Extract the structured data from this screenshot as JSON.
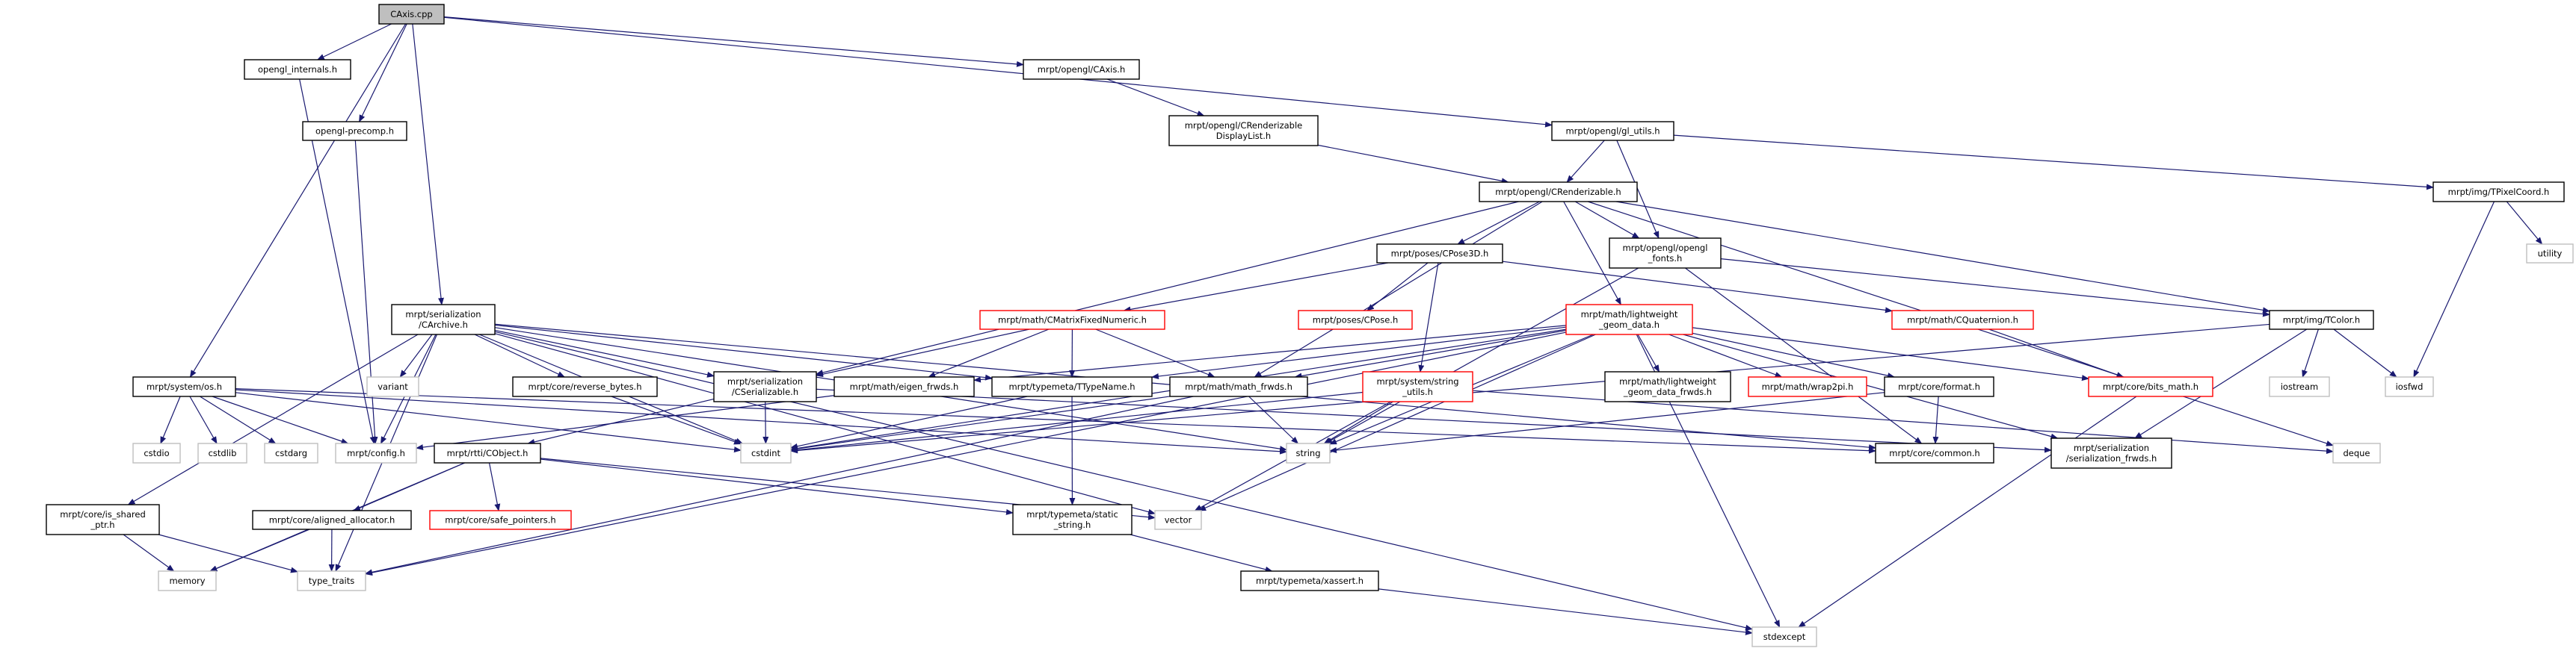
{
  "title": "CAxis.cpp",
  "colors": {
    "edge": "#191970",
    "root_fill": "#bfbfbf",
    "missing_doc_border": "#ff0000",
    "system_header_border": "#bfbfbf"
  },
  "nodes": [
    {
      "id": "caxis_cpp",
      "lines": [
        "CAxis.cpp"
      ],
      "kind": "root"
    },
    {
      "id": "opengl_internals",
      "lines": [
        "opengl_internals.h"
      ],
      "kind": "normal"
    },
    {
      "id": "opengl_precomp",
      "lines": [
        "opengl-precomp.h"
      ],
      "kind": "normal"
    },
    {
      "id": "caxis_h",
      "lines": [
        "mrpt/opengl/CAxis.h"
      ],
      "kind": "normal"
    },
    {
      "id": "displaylist",
      "lines": [
        "mrpt/opengl/CRenderizable",
        "DisplayList.h"
      ],
      "kind": "normal"
    },
    {
      "id": "gl_utils",
      "lines": [
        "mrpt/opengl/gl_utils.h"
      ],
      "kind": "normal"
    },
    {
      "id": "tpixelcoord",
      "lines": [
        "mrpt/img/TPixelCoord.h"
      ],
      "kind": "normal"
    },
    {
      "id": "utility",
      "lines": [
        "utility"
      ],
      "kind": "gray"
    },
    {
      "id": "crenderizable",
      "lines": [
        "mrpt/opengl/CRenderizable.h"
      ],
      "kind": "normal"
    },
    {
      "id": "cpose3d",
      "lines": [
        "mrpt/poses/CPose3D.h"
      ],
      "kind": "normal"
    },
    {
      "id": "opengl_fonts",
      "lines": [
        "mrpt/opengl/opengl",
        "_fonts.h"
      ],
      "kind": "normal"
    },
    {
      "id": "cmatrixfixed",
      "lines": [
        "mrpt/math/CMatrixFixedNumeric.h"
      ],
      "kind": "red"
    },
    {
      "id": "cpose",
      "lines": [
        "mrpt/poses/CPose.h"
      ],
      "kind": "red"
    },
    {
      "id": "lwgeom",
      "lines": [
        "mrpt/math/lightweight",
        "_geom_data.h"
      ],
      "kind": "red"
    },
    {
      "id": "cquaternion",
      "lines": [
        "mrpt/math/CQuaternion.h"
      ],
      "kind": "red"
    },
    {
      "id": "tcolor",
      "lines": [
        "mrpt/img/TColor.h"
      ],
      "kind": "normal"
    },
    {
      "id": "carchive",
      "lines": [
        "mrpt/serialization",
        "/CArchive.h"
      ],
      "kind": "normal"
    },
    {
      "id": "system_os",
      "lines": [
        "mrpt/system/os.h"
      ],
      "kind": "normal"
    },
    {
      "id": "variant",
      "lines": [
        "variant"
      ],
      "kind": "gray"
    },
    {
      "id": "reverse_bytes",
      "lines": [
        "mrpt/core/reverse_bytes.h"
      ],
      "kind": "normal"
    },
    {
      "id": "cserializable",
      "lines": [
        "mrpt/serialization",
        "/CSerializable.h"
      ],
      "kind": "normal"
    },
    {
      "id": "eigen_frwds",
      "lines": [
        "mrpt/math/eigen_frwds.h"
      ],
      "kind": "normal"
    },
    {
      "id": "ttypename",
      "lines": [
        "mrpt/typemeta/TTypeName.h"
      ],
      "kind": "normal"
    },
    {
      "id": "math_frwds",
      "lines": [
        "mrpt/math/math_frwds.h"
      ],
      "kind": "normal"
    },
    {
      "id": "string_utils",
      "lines": [
        "mrpt/system/string",
        "_utils.h"
      ],
      "kind": "red"
    },
    {
      "id": "lwgeom_frwds",
      "lines": [
        "mrpt/math/lightweight",
        "_geom_data_frwds.h"
      ],
      "kind": "normal"
    },
    {
      "id": "wrap2pi",
      "lines": [
        "mrpt/math/wrap2pi.h"
      ],
      "kind": "red"
    },
    {
      "id": "format",
      "lines": [
        "mrpt/core/format.h"
      ],
      "kind": "normal"
    },
    {
      "id": "bits_math",
      "lines": [
        "mrpt/core/bits_math.h"
      ],
      "kind": "red"
    },
    {
      "id": "iostream",
      "lines": [
        "iostream"
      ],
      "kind": "gray"
    },
    {
      "id": "iosfwd",
      "lines": [
        "iosfwd"
      ],
      "kind": "gray"
    },
    {
      "id": "cstdio",
      "lines": [
        "cstdio"
      ],
      "kind": "gray"
    },
    {
      "id": "cstdlib",
      "lines": [
        "cstdlib"
      ],
      "kind": "gray"
    },
    {
      "id": "cstdarg",
      "lines": [
        "cstdarg"
      ],
      "kind": "gray"
    },
    {
      "id": "config",
      "lines": [
        "mrpt/config.h"
      ],
      "kind": "gray"
    },
    {
      "id": "cobject",
      "lines": [
        "mrpt/rtti/CObject.h"
      ],
      "kind": "normal"
    },
    {
      "id": "cstdint",
      "lines": [
        "cstdint"
      ],
      "kind": "gray"
    },
    {
      "id": "string",
      "lines": [
        "string"
      ],
      "kind": "gray"
    },
    {
      "id": "common",
      "lines": [
        "mrpt/core/common.h"
      ],
      "kind": "normal"
    },
    {
      "id": "ser_frwds",
      "lines": [
        "mrpt/serialization",
        "/serialization_frwds.h"
      ],
      "kind": "normal"
    },
    {
      "id": "deque",
      "lines": [
        "deque"
      ],
      "kind": "gray"
    },
    {
      "id": "is_shared_ptr",
      "lines": [
        "mrpt/core/is_shared",
        "_ptr.h"
      ],
      "kind": "normal"
    },
    {
      "id": "aligned_alloc",
      "lines": [
        "mrpt/core/aligned_allocator.h"
      ],
      "kind": "normal"
    },
    {
      "id": "safe_pointers",
      "lines": [
        "mrpt/core/safe_pointers.h"
      ],
      "kind": "red"
    },
    {
      "id": "static_string",
      "lines": [
        "mrpt/typemeta/static",
        "_string.h"
      ],
      "kind": "normal"
    },
    {
      "id": "vector",
      "lines": [
        "vector"
      ],
      "kind": "gray"
    },
    {
      "id": "memory",
      "lines": [
        "memory"
      ],
      "kind": "gray"
    },
    {
      "id": "type_traits",
      "lines": [
        "type_traits"
      ],
      "kind": "gray"
    },
    {
      "id": "xassert",
      "lines": [
        "mrpt/typemeta/xassert.h"
      ],
      "kind": "normal"
    },
    {
      "id": "stdexcept",
      "lines": [
        "stdexcept"
      ],
      "kind": "gray"
    }
  ],
  "edges": [
    [
      "caxis_cpp",
      "opengl_internals"
    ],
    [
      "caxis_cpp",
      "opengl_precomp"
    ],
    [
      "caxis_cpp",
      "carchive"
    ],
    [
      "caxis_cpp",
      "system_os"
    ],
    [
      "caxis_cpp",
      "caxis_h"
    ],
    [
      "caxis_cpp",
      "gl_utils"
    ],
    [
      "opengl_internals",
      "config"
    ],
    [
      "opengl_precomp",
      "config"
    ],
    [
      "caxis_h",
      "displaylist"
    ],
    [
      "displaylist",
      "crenderizable"
    ],
    [
      "gl_utils",
      "crenderizable"
    ],
    [
      "gl_utils",
      "opengl_fonts"
    ],
    [
      "gl_utils",
      "tpixelcoord"
    ],
    [
      "tpixelcoord",
      "utility"
    ],
    [
      "tpixelcoord",
      "iosfwd"
    ],
    [
      "crenderizable",
      "cpose3d"
    ],
    [
      "crenderizable",
      "opengl_fonts"
    ],
    [
      "crenderizable",
      "lwgeom"
    ],
    [
      "crenderizable",
      "cserializable"
    ],
    [
      "crenderizable",
      "math_frwds"
    ],
    [
      "crenderizable",
      "tcolor"
    ],
    [
      "crenderizable",
      "deque"
    ],
    [
      "cpose3d",
      "cmatrixfixed"
    ],
    [
      "cpose3d",
      "cpose"
    ],
    [
      "cpose3d",
      "string_utils"
    ],
    [
      "cpose3d",
      "cquaternion"
    ],
    [
      "opengl_fonts",
      "tcolor"
    ],
    [
      "opengl_fonts",
      "string"
    ],
    [
      "opengl_fonts",
      "common"
    ],
    [
      "cmatrixfixed",
      "cserializable"
    ],
    [
      "cmatrixfixed",
      "eigen_frwds"
    ],
    [
      "cmatrixfixed",
      "ttypename"
    ],
    [
      "cmatrixfixed",
      "math_frwds"
    ],
    [
      "lwgeom",
      "eigen_frwds"
    ],
    [
      "lwgeom",
      "ttypename"
    ],
    [
      "lwgeom",
      "math_frwds"
    ],
    [
      "lwgeom",
      "lwgeom_frwds"
    ],
    [
      "lwgeom",
      "wrap2pi"
    ],
    [
      "lwgeom",
      "format"
    ],
    [
      "lwgeom",
      "bits_math"
    ],
    [
      "lwgeom",
      "ser_frwds"
    ],
    [
      "lwgeom",
      "cstdint"
    ],
    [
      "lwgeom",
      "vector"
    ],
    [
      "lwgeom",
      "type_traits"
    ],
    [
      "lwgeom",
      "stdexcept"
    ],
    [
      "lwgeom",
      "string"
    ],
    [
      "cquaternion",
      "bits_math"
    ],
    [
      "tcolor",
      "iostream"
    ],
    [
      "tcolor",
      "iosfwd"
    ],
    [
      "tcolor",
      "ser_frwds"
    ],
    [
      "tcolor",
      "cstdint"
    ],
    [
      "carchive",
      "variant"
    ],
    [
      "carchive",
      "config"
    ],
    [
      "carchive",
      "reverse_bytes"
    ],
    [
      "carchive",
      "cserializable"
    ],
    [
      "carchive",
      "ttypename"
    ],
    [
      "carchive",
      "cstdint"
    ],
    [
      "carchive",
      "string"
    ],
    [
      "carchive",
      "vector"
    ],
    [
      "carchive",
      "is_shared_ptr"
    ],
    [
      "carchive",
      "type_traits"
    ],
    [
      "carchive",
      "stdexcept"
    ],
    [
      "carchive",
      "common"
    ],
    [
      "system_os",
      "cstdio"
    ],
    [
      "system_os",
      "cstdlib"
    ],
    [
      "system_os",
      "cstdarg"
    ],
    [
      "system_os",
      "config"
    ],
    [
      "system_os",
      "cstdint"
    ],
    [
      "system_os",
      "string"
    ],
    [
      "system_os",
      "common"
    ],
    [
      "reverse_bytes",
      "cstdint"
    ],
    [
      "cserializable",
      "cobject"
    ],
    [
      "cserializable",
      "cstdint"
    ],
    [
      "cserializable",
      "ser_frwds"
    ],
    [
      "cobject",
      "memory"
    ],
    [
      "cobject",
      "aligned_alloc"
    ],
    [
      "cobject",
      "safe_pointers"
    ],
    [
      "cobject",
      "static_string"
    ],
    [
      "cobject",
      "vector"
    ],
    [
      "is_shared_ptr",
      "memory"
    ],
    [
      "is_shared_ptr",
      "type_traits"
    ],
    [
      "aligned_alloc",
      "memory"
    ],
    [
      "aligned_alloc",
      "type_traits"
    ],
    [
      "eigen_frwds",
      "config"
    ],
    [
      "ttypename",
      "static_string"
    ],
    [
      "ttypename",
      "cstdint"
    ],
    [
      "math_frwds",
      "string"
    ],
    [
      "math_frwds",
      "type_traits"
    ],
    [
      "math_frwds",
      "cstdint"
    ],
    [
      "string_utils",
      "string"
    ],
    [
      "string_utils",
      "vector"
    ],
    [
      "string_utils",
      "cstdint"
    ],
    [
      "string_utils",
      "deque"
    ],
    [
      "format",
      "common"
    ],
    [
      "format",
      "string"
    ],
    [
      "bits_math",
      "stdexcept"
    ],
    [
      "static_string",
      "xassert"
    ],
    [
      "xassert",
      "stdexcept"
    ]
  ]
}
